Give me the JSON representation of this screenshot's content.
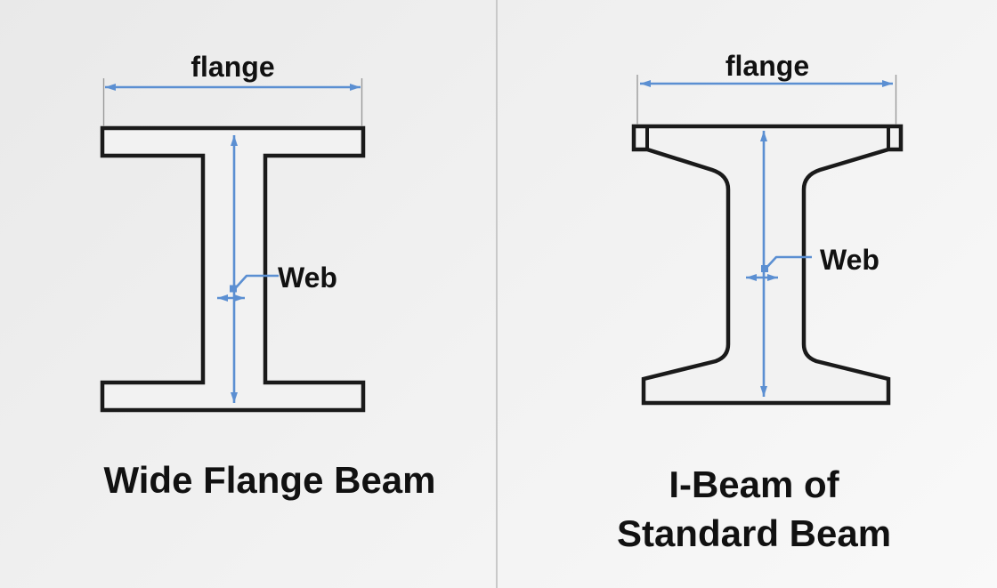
{
  "panels": [
    {
      "flange_label": "flange",
      "web_label": "Web",
      "caption": "Wide Flange Beam"
    },
    {
      "flange_label": "flange",
      "web_label": "Web",
      "caption_line1": "I-Beam of",
      "caption_line2": "Standard Beam"
    }
  ],
  "colors": {
    "accent": "#5b8fd2",
    "outline": "#1a1a1a",
    "extension": "#9a9a9a",
    "divider": "#c9c9c9",
    "text": "#111111",
    "bg-start": "#e9e9e9",
    "bg-end": "#f9f9f9",
    "beam-fill": "#f2f2f2"
  }
}
